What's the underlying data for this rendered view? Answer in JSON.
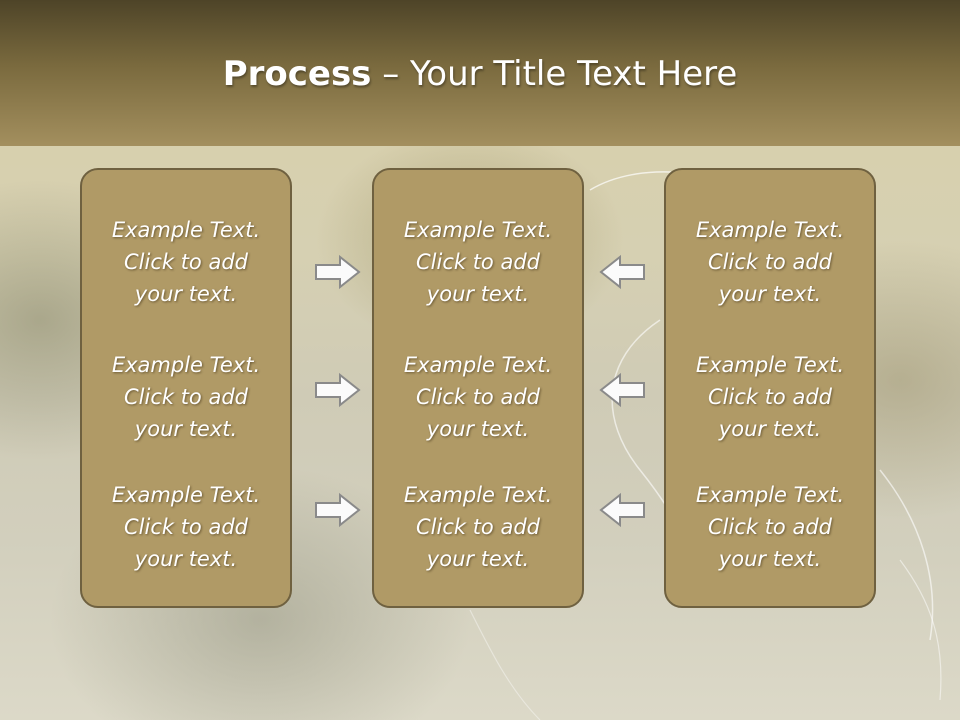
{
  "title": {
    "bold": "Process",
    "rest": " – Your Title Text Here"
  },
  "columns": [
    {
      "items": [
        "Example Text.\nClick  to add\nyour text.",
        "Example Text.\nClick  to add\nyour text.",
        "Example Text.\nClick  to add\nyour text."
      ]
    },
    {
      "items": [
        "Example Text.\nClick  to add\nyour text.",
        "Example Text.\nClick  to add\nyour text.",
        "Example Text.\nClick  to add\nyour text."
      ]
    },
    {
      "items": [
        "Example Text.\nClick  to add\nyour text.",
        "Example Text.\nClick  to add\nyour text.",
        "Example Text.\nClick  to add\nyour text."
      ]
    }
  ],
  "arrows": {
    "left_group": "arrow-right-icon",
    "right_group": "arrow-left-icon"
  },
  "colors": {
    "header": "#7a6a3e",
    "box_fill": "#b09a66",
    "box_border": "#6f6140",
    "text": "#ffffff"
  }
}
